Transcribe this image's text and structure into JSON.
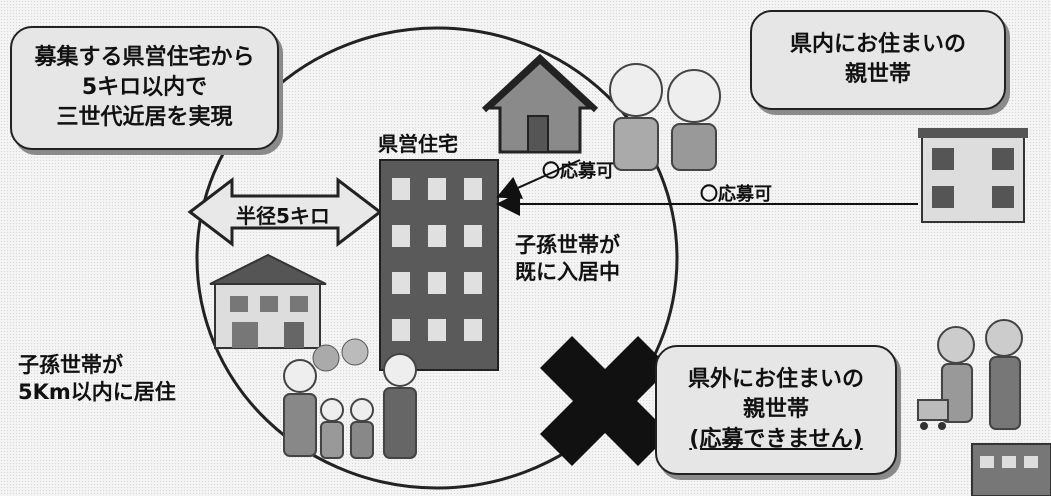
{
  "boxes": {
    "top_left": [
      "募集する県営住宅から",
      "5キロ以内で",
      "三世代近居を実現"
    ],
    "top_right": [
      "県内にお住まいの",
      "親世帯"
    ],
    "bottom_right": [
      "県外にお住まいの",
      "親世帯",
      "(応募できません)"
    ]
  },
  "labels": {
    "prefectural_housing": "県営住宅",
    "radius": "半径5キロ",
    "apply_ok_near": "〇応募可",
    "apply_ok_far": "〇応募可",
    "descendant_resident": [
      "子孫世帯が",
      "既に入居中"
    ],
    "descendant_within": [
      "子孫世帯が",
      "5Km以内に居住"
    ]
  },
  "colors": {
    "box_fill": "#e6e6e6",
    "outline": "#222222",
    "building": "#5a5a5a",
    "cross": "#111111"
  }
}
